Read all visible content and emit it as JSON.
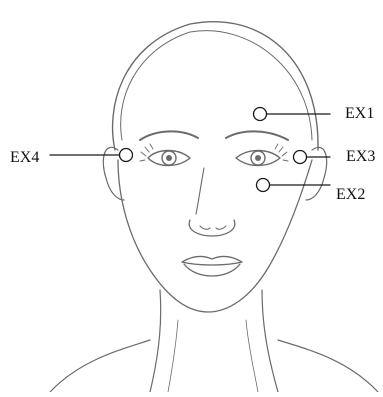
{
  "labels": {
    "ex1": "EX1",
    "ex2": "EX2",
    "ex3": "EX3",
    "ex4": "EX4"
  },
  "colors": {
    "line": "#1a1a1a",
    "sketch": "#6b6b6b",
    "background": "#ffffff"
  }
}
